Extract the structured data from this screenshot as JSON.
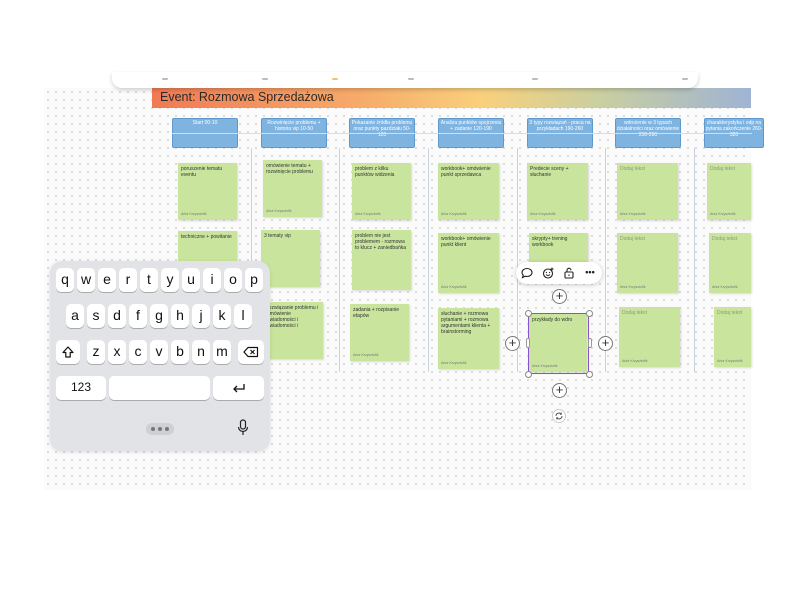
{
  "board": {
    "title": "Event: Rozmowa Sprzedażowa",
    "columns": [
      {
        "header": "Start 00-10"
      },
      {
        "header": "Rozwinięcie problemu + historia vip 10-50"
      },
      {
        "header": "Pokazanie źródła problemu oraz punkty pazdziału 50-120"
      },
      {
        "header": "Analiza punktów spojrzenia + zadanie 120-190"
      },
      {
        "header": "3 typy rozwiązań - praca na przykładach 190-260"
      },
      {
        "header": "wdrożenie w 3 typach działalności oraz omówienie 230-260"
      },
      {
        "header": "charakterystyka i odp na pytania zakończenie 260-320"
      }
    ],
    "stickies": [
      {
        "text": "poruszenie tematu eventu",
        "author": "Artur Krzysztofik"
      },
      {
        "text": "omówienie tematu + rozwinięcie problemu",
        "author": "Artur Krzysztofik"
      },
      {
        "text": "problem z kilku punktów widzenia",
        "author": "Artur Krzysztofik"
      },
      {
        "text": "workbook+ omówienie punkt sprzedawca",
        "author": "Artur Krzysztofik"
      },
      {
        "text": "Predecie sceny + słuchanie",
        "author": "Artur Krzysztofik"
      },
      {
        "text": "Dodaj tekst",
        "author": "Artur Krzysztofik"
      },
      {
        "text": "Dodaj tekst",
        "author": "Artur Krzysztofik"
      },
      {
        "text": "techniczne + powitanie",
        "author": ""
      },
      {
        "text": "3 tematy vip",
        "author": ""
      },
      {
        "text": "problem nie jest problemem - rozmowa to klucz + zaniedbańka",
        "author": ""
      },
      {
        "text": "workbook+ omówienie punkt klient",
        "author": "Artur Krzysztofik"
      },
      {
        "text": "skrypty+ trening workbook",
        "author": ""
      },
      {
        "text": "Dodaj tekst",
        "author": "Artur Krzysztofik"
      },
      {
        "text": "Dodaj tekst",
        "author": "Artur Krzysztofik"
      },
      {
        "text": "rozwiązanie problemu i omówienie świadomości i świadomości i",
        "author": ""
      },
      {
        "text": "zadania + rozpisanie etapów",
        "author": "Artur Krzysztofik"
      },
      {
        "text": "słuchanie + rozmowa pytaniami + rozmowa argumentami klienta + brainstorming",
        "author": "Artur Krzysztofik"
      },
      {
        "text": "przykłady do wdro",
        "author": "Artur Krzysztofik"
      },
      {
        "text": "Dodaj tekst",
        "author": "Artur Krzysztofik"
      },
      {
        "text": "Dodaj tekst",
        "author": "Artur Krzysztofik"
      }
    ]
  },
  "context_toolbar": {
    "icons": [
      "comment-icon",
      "emoji-icon",
      "lock-icon",
      "more-icon"
    ],
    "more_label": "•••"
  },
  "controls": {
    "add_label": "+",
    "rotate_icon": "rotate-icon"
  },
  "keyboard": {
    "row1": [
      "q",
      "w",
      "e",
      "r",
      "t",
      "y",
      "u",
      "i",
      "o",
      "p"
    ],
    "row2": [
      "a",
      "s",
      "d",
      "f",
      "g",
      "h",
      "j",
      "k",
      "l"
    ],
    "row3": [
      "z",
      "x",
      "c",
      "v",
      "b",
      "n",
      "m"
    ],
    "numbers_label": "123",
    "shift_icon": "shift-icon",
    "backspace_icon": "backspace-icon",
    "return_icon": "return-icon",
    "mic_icon": "microphone-icon"
  },
  "colors": {
    "sticky": "#c9e59d",
    "header": "#7fb3e0",
    "selection": "#8a52d0"
  }
}
